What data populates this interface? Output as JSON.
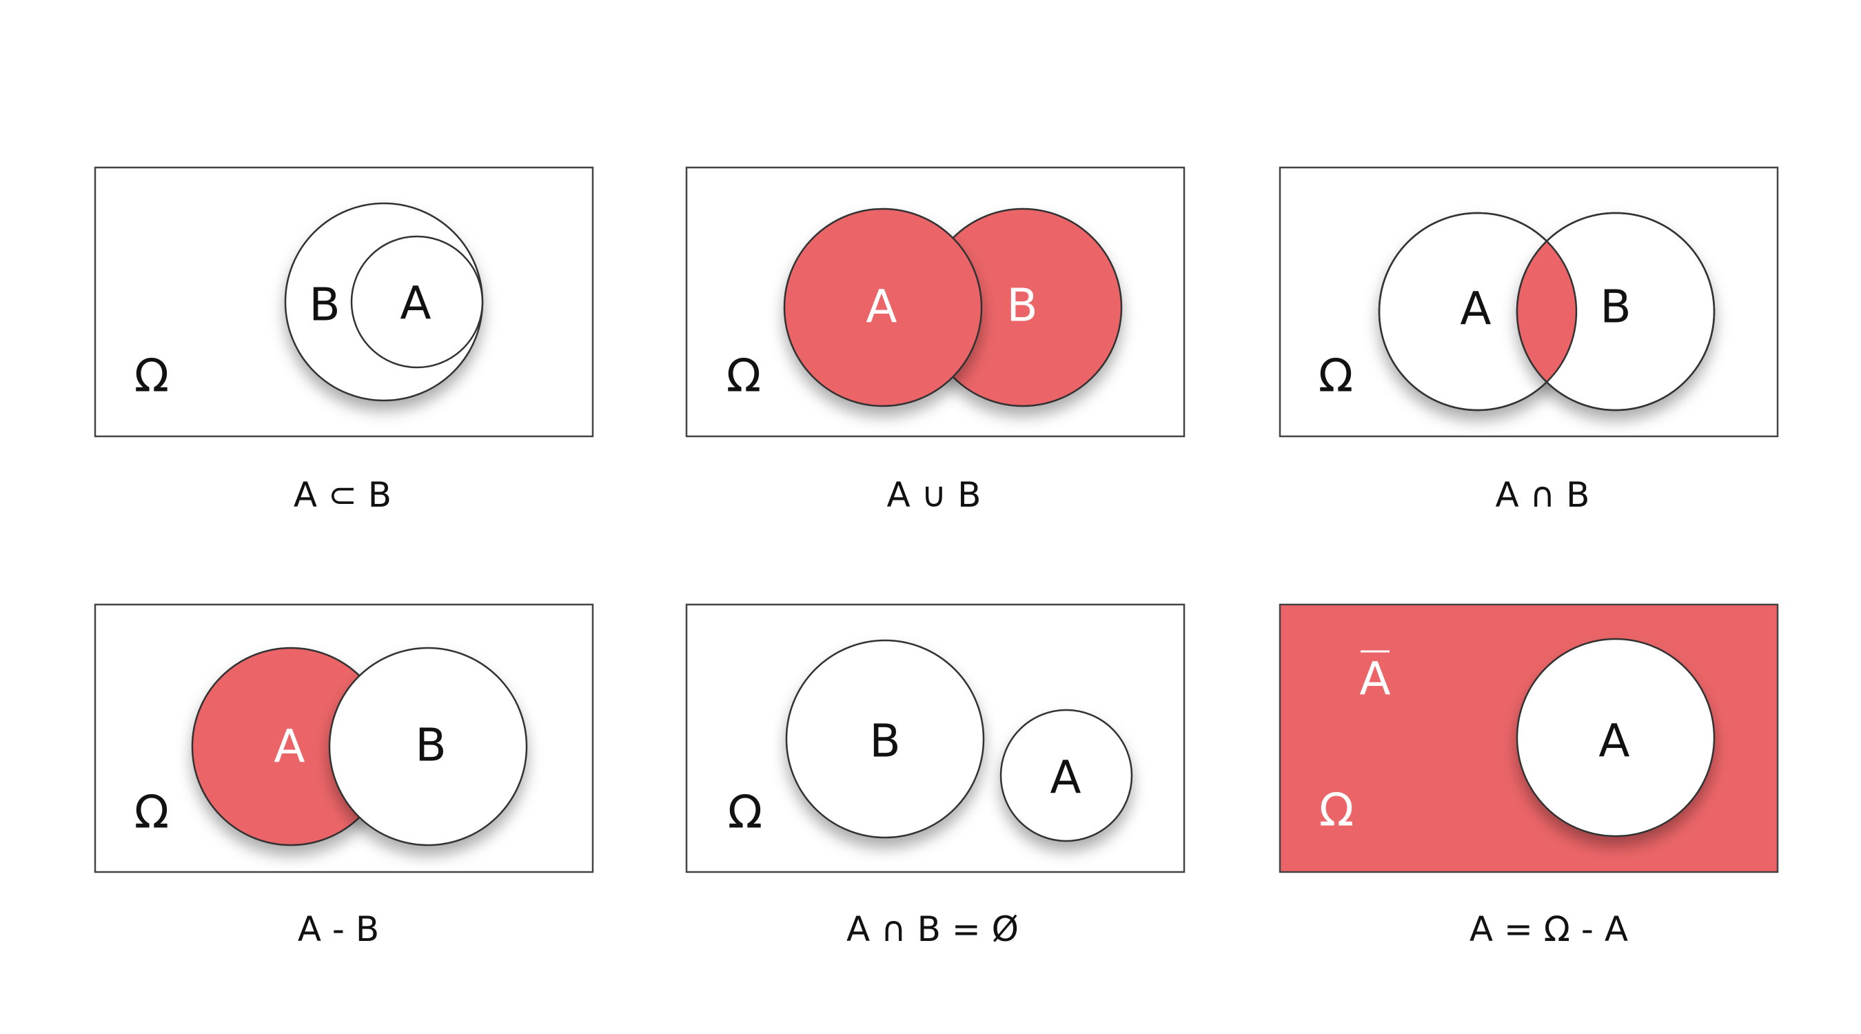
{
  "colors": {
    "highlight": "#EB6568",
    "outline": "#333333",
    "background": "#ffffff",
    "text_dark": "#111111",
    "text_light": "#ffffff"
  },
  "universe_symbol": "Ω",
  "panels": [
    {
      "id": "subset",
      "caption": "A ⊂ B",
      "labels": {
        "a": "A",
        "b": "B"
      }
    },
    {
      "id": "union",
      "caption": "A ∪ B",
      "labels": {
        "a": "A",
        "b": "B"
      }
    },
    {
      "id": "intersection",
      "caption": "A ∩ B",
      "labels": {
        "a": "A",
        "b": "B"
      }
    },
    {
      "id": "difference",
      "caption": "A - B",
      "labels": {
        "a": "A",
        "b": "B"
      }
    },
    {
      "id": "disjoint",
      "caption": "A ∩ B = Ø",
      "labels": {
        "a": "A",
        "b": "B"
      }
    },
    {
      "id": "complement",
      "caption": "A = Ω - A",
      "labels": {
        "a": "A",
        "complement": "A"
      }
    }
  ]
}
